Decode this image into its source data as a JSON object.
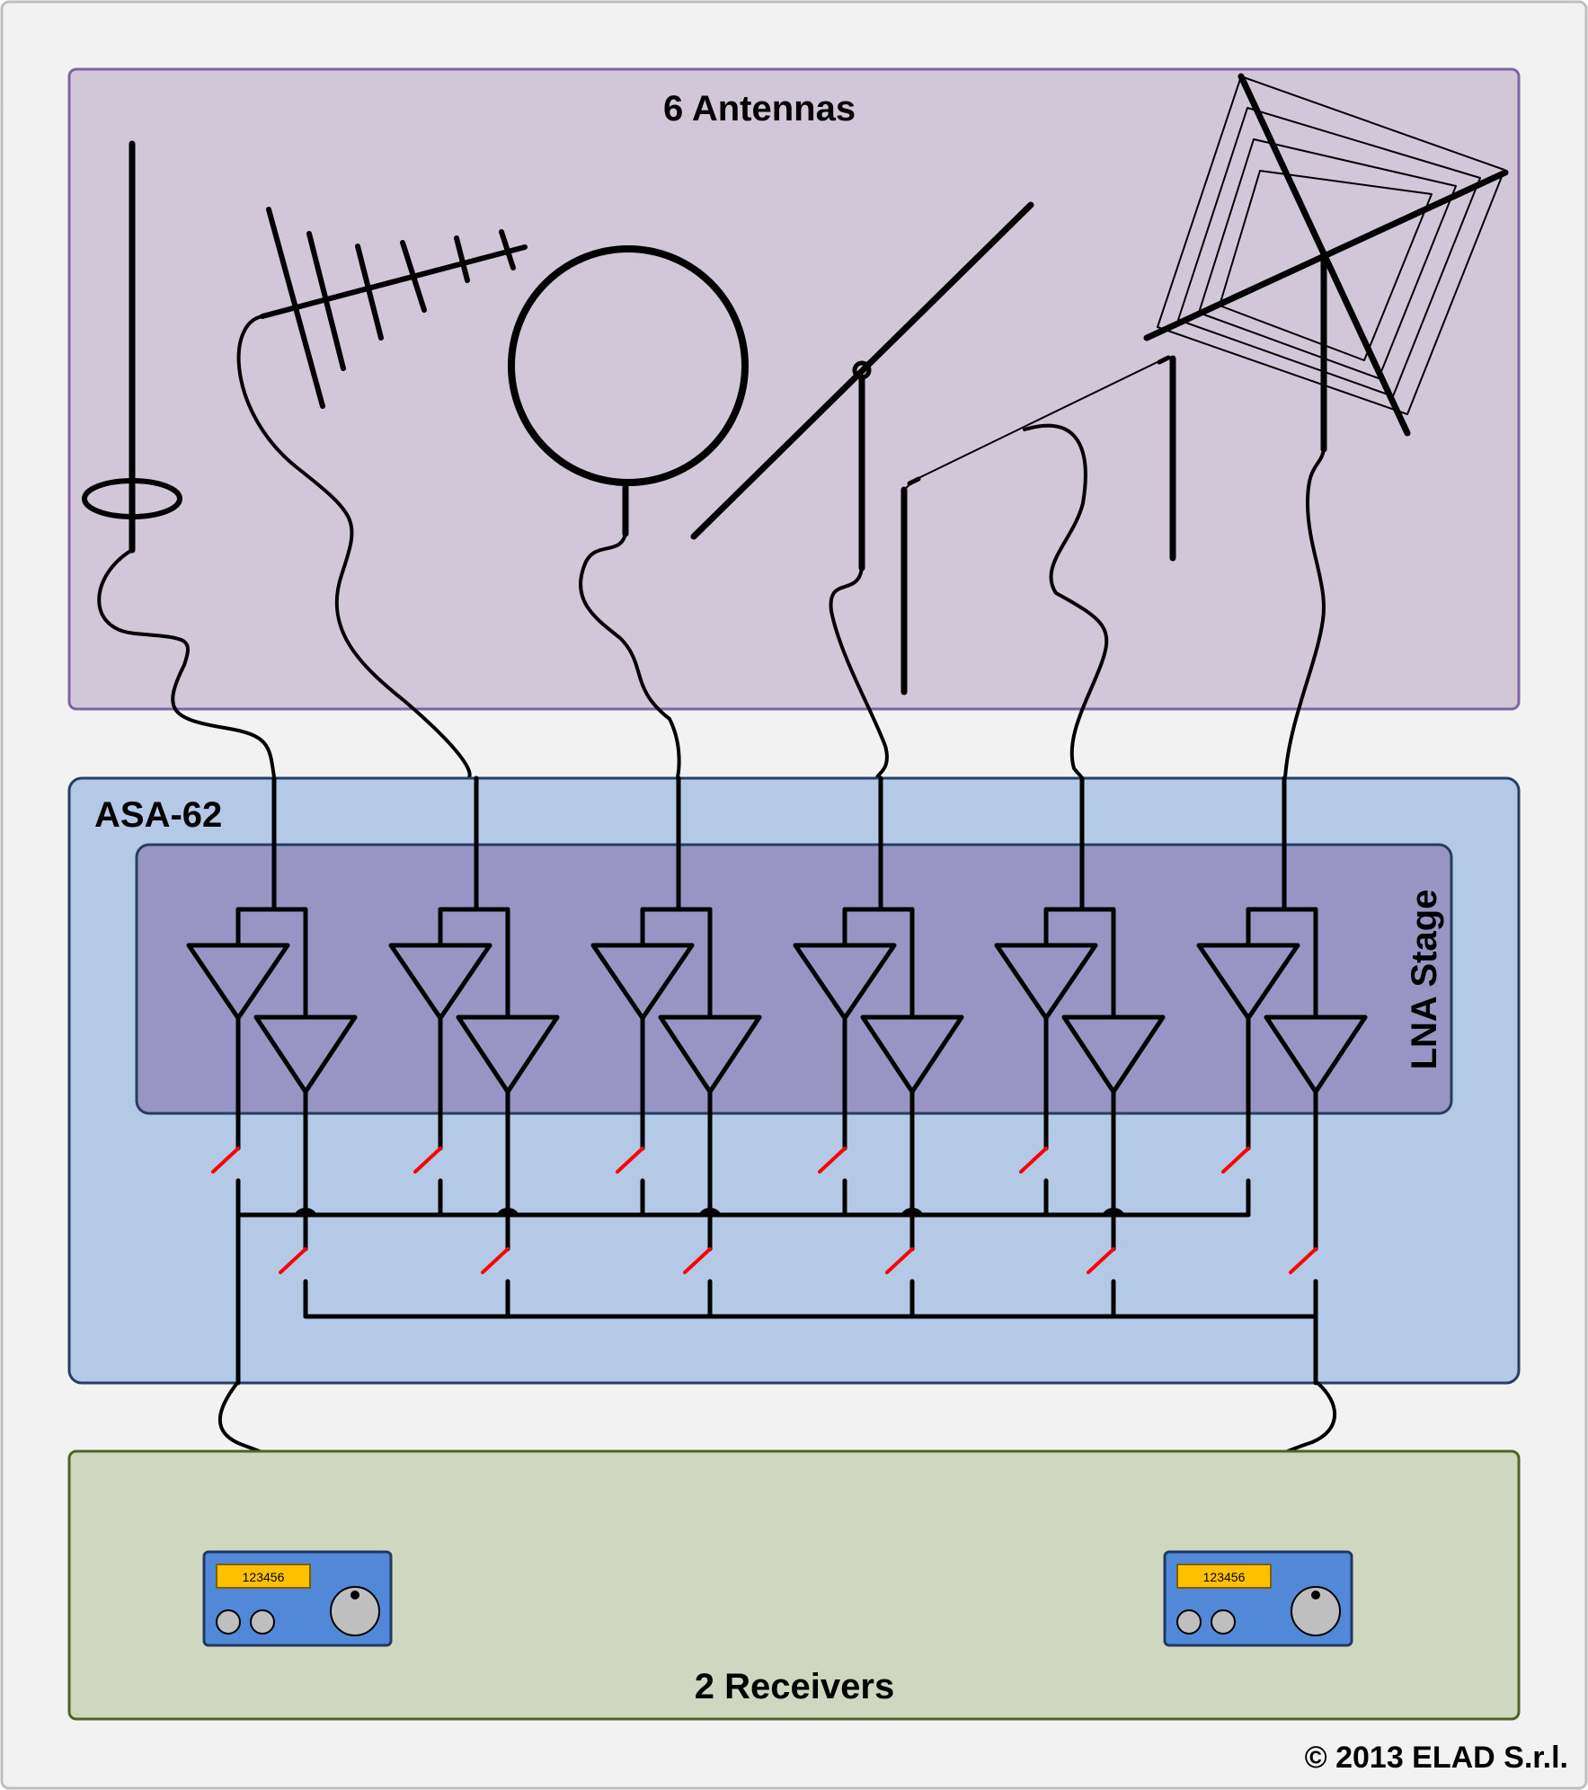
{
  "sections": {
    "antennas_label": "6 Antennas",
    "switch_label": "ASA-62",
    "lna_label": "LNA Stage",
    "receivers_label": "2 Receivers"
  },
  "receivers": [
    {
      "display": "123456"
    },
    {
      "display": "123456"
    }
  ],
  "copyright": "© 2013 ELAD S.r.l.",
  "colors": {
    "antennas_panel": "#d1c7d9",
    "switch_panel": "#b3c9e6",
    "lna_panel": "#9894c3",
    "receivers_panel": "#cfd8be",
    "receiver_body": "#5288d8",
    "receiver_display": "#ffc000",
    "switch_contact": "#ff0000"
  }
}
